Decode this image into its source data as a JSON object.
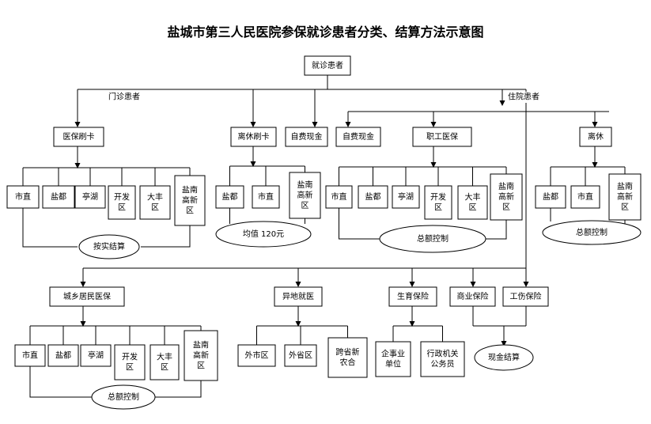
{
  "title": "盐城市第三人民医院参保就诊患者分类、结算方法示意图",
  "nodes": {
    "root": "就诊患者",
    "outpatient": "门诊患者",
    "inpatient": "住院患者",
    "yb_card": "医保刷卡",
    "lx_card": "离休刷卡",
    "self_pay_1": "自费现金",
    "self_pay_2": "自费现金",
    "staff": "职工医保",
    "retired": "离休",
    "urban_rural": "城乡居民医保",
    "offsite": "异地就医",
    "maternity": "生育保险",
    "commercial": "商业保险",
    "injury": "工伤保险"
  },
  "g1": [
    "市直",
    "盐都",
    "亭湖",
    "开发\n区",
    "大丰\n区",
    "盐南\n高新\n区"
  ],
  "g2": [
    "盐都",
    "市直",
    "盐南\n高新\n区"
  ],
  "g3": [
    "市直",
    "盐都",
    "亭湖",
    "开发\n区",
    "大丰\n区",
    "盐南\n高新\n区"
  ],
  "g4": [
    "盐都",
    "市直",
    "盐南\n高新\n区"
  ],
  "g5": [
    "市直",
    "盐都",
    "亭湖",
    "开发\n区",
    "大丰\n区",
    "盐南\n高新\n区"
  ],
  "g6": [
    "外市区",
    "外省区",
    "跨省新\n农合"
  ],
  "g7": [
    "企事业\n单位",
    "行政机关\n公务员"
  ],
  "ellipses": {
    "e1": "按实结算",
    "e2": "均值 120元",
    "e3": "总额控制",
    "e4": "总额控制",
    "e5": "总额控制",
    "e6": "现金结算"
  }
}
